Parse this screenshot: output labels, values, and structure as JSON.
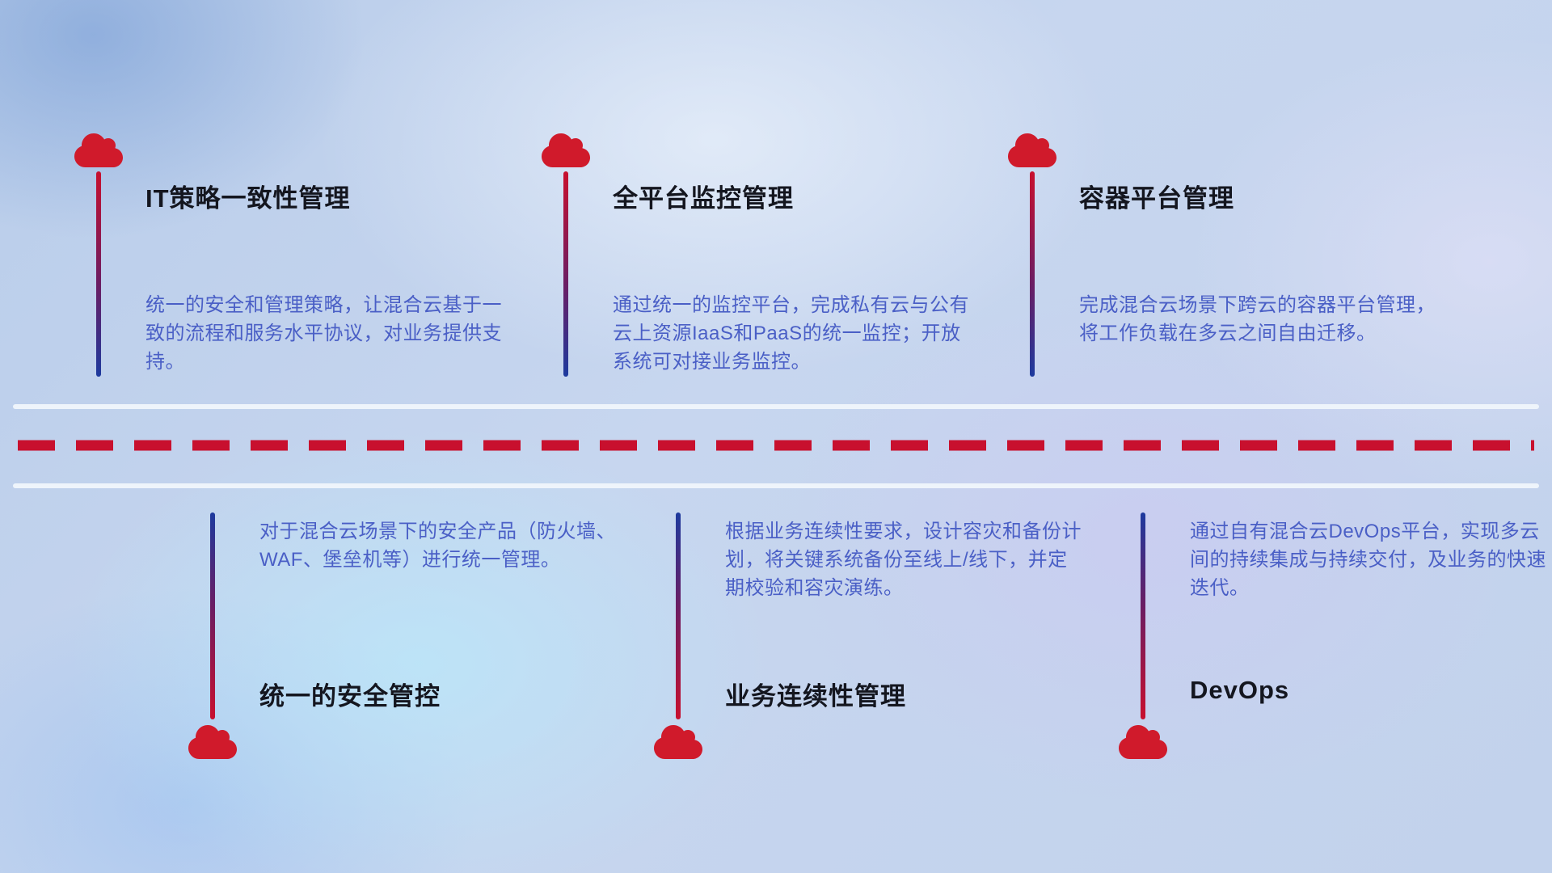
{
  "timeline": {
    "top_items": [
      {
        "title": "IT策略一致性管理",
        "description": "统一的安全和管理策略，让混合云基于一致的流程和服务水平协议，对业务提供支持。"
      },
      {
        "title": "全平台监控管理",
        "description": "通过统一的监控平台，完成私有云与公有云上资源IaaS和PaaS的统一监控；开放系统可对接业务监控。"
      },
      {
        "title": "容器平台管理",
        "description": "完成混合云场景下跨云的容器平台管理，将工作负载在多云之间自由迁移。"
      }
    ],
    "bottom_items": [
      {
        "title": "统一的安全管控",
        "description": "对于混合云场景下的安全产品（防火墙、WAF、堡垒机等）进行统一管理。"
      },
      {
        "title": "业务连续性管理",
        "description": "根据业务连续性要求，设计容灾和备份计划，将关键系统备份至线上/线下，并定期校验和容灾演练。"
      },
      {
        "title": "DevOps",
        "description": "通过自有混合云DevOps平台，实现多云间的持续集成与持续交付，及业务的快速迭代。"
      }
    ],
    "colors": {
      "cloud_red": "#d01a2b",
      "dashed_line_red": "#c8102e",
      "connector_red": "#c8102e",
      "connector_blue": "#1d3a9e",
      "title_color": "#14161f",
      "description_color": "#4a5fc6",
      "solid_divider": "#eef4fb"
    }
  }
}
